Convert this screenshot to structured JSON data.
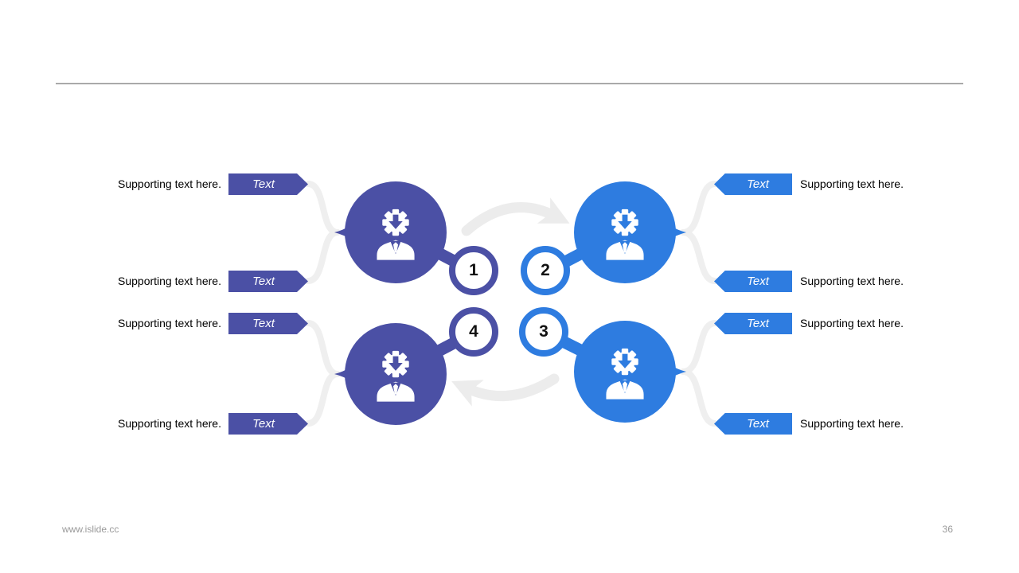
{
  "slide": {
    "colors": {
      "purple": "#4B50A5",
      "blue": "#2E7CE0",
      "connector_gray": "#EFEFEF",
      "arrow_gray": "#ECECEC",
      "divider_gray": "#A9A9A9"
    },
    "steps": [
      {
        "number": "1"
      },
      {
        "number": "2"
      },
      {
        "number": "3"
      },
      {
        "number": "4"
      }
    ],
    "left_rows": [
      {
        "support": "Supporting text here.",
        "tag": "Text"
      },
      {
        "support": "Supporting text here.",
        "tag": "Text"
      },
      {
        "support": "Supporting text here.",
        "tag": "Text"
      },
      {
        "support": "Supporting text here.",
        "tag": "Text"
      }
    ],
    "right_rows": [
      {
        "support": "Supporting text here.",
        "tag": "Text"
      },
      {
        "support": "Supporting text here.",
        "tag": "Text"
      },
      {
        "support": "Supporting text here.",
        "tag": "Text"
      },
      {
        "support": "Supporting text here.",
        "tag": "Text"
      }
    ],
    "footer": {
      "url": "www.islide.cc",
      "page_number": "36"
    }
  }
}
